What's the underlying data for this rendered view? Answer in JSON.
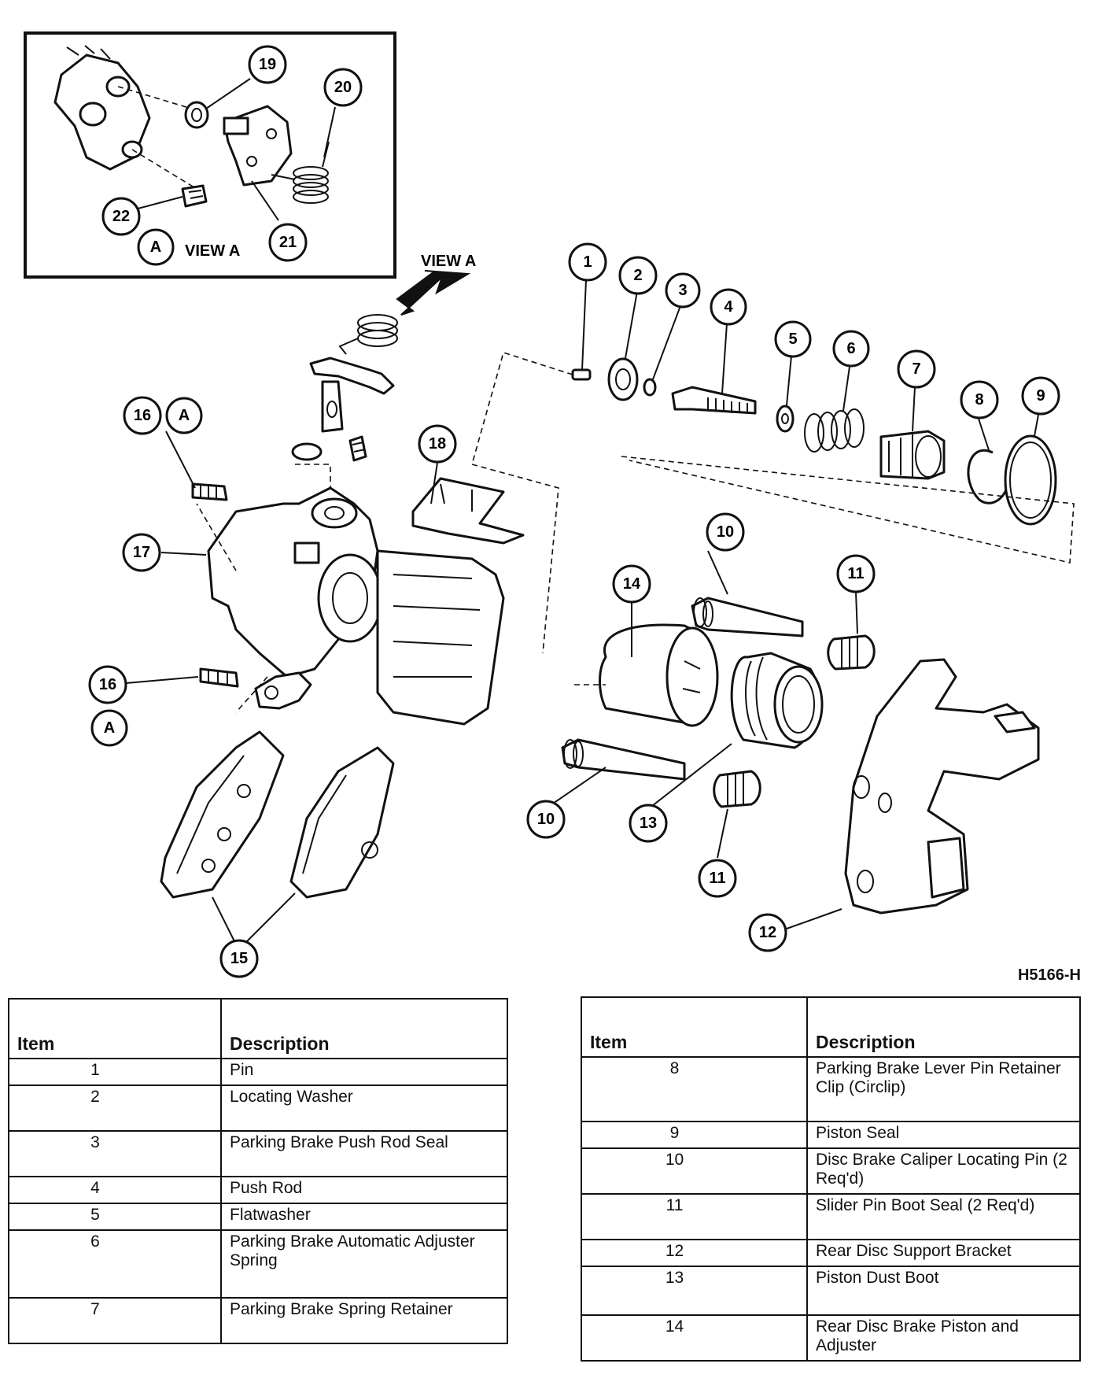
{
  "figure_code": "H5166-H",
  "view_a": {
    "box_label": "VIEW A",
    "arrow_label": "VIEW A",
    "marker": "A"
  },
  "callouts": {
    "c1": "1",
    "c2": "2",
    "c3": "3",
    "c4": "4",
    "c5": "5",
    "c6": "6",
    "c7": "7",
    "c8": "8",
    "c9": "9",
    "c10a": "10",
    "c10b": "10",
    "c11a": "11",
    "c11b": "11",
    "c12": "12",
    "c13": "13",
    "c14": "14",
    "c15": "15",
    "c16a": "16",
    "c16b": "16",
    "c17": "17",
    "c18": "18",
    "c19": "19",
    "c20": "20",
    "c21": "21",
    "c22": "22",
    "mA1": "A",
    "mA2": "A",
    "mA3": "A"
  },
  "legend_left": {
    "headers": [
      "Item",
      "Description"
    ],
    "rows": [
      [
        "1",
        "Pin"
      ],
      [
        "2",
        "Locating Washer"
      ],
      [
        "3",
        "Parking Brake Push Rod Seal"
      ],
      [
        "4",
        "Push Rod"
      ],
      [
        "5",
        "Flatwasher"
      ],
      [
        "6",
        "Parking Brake Automatic Adjuster Spring"
      ],
      [
        "7",
        "Parking Brake Spring Retainer"
      ]
    ]
  },
  "legend_right": {
    "headers": [
      "Item",
      "Description"
    ],
    "rows": [
      [
        "8",
        "Parking Brake Lever Pin Retainer Clip (Circlip)"
      ],
      [
        "9",
        "Piston Seal"
      ],
      [
        "10",
        "Disc Brake Caliper Locating Pin (2 Req'd)"
      ],
      [
        "11",
        "Slider Pin Boot Seal (2 Req'd)"
      ],
      [
        "12",
        "Rear Disc Support Bracket"
      ],
      [
        "13",
        "Piston Dust Boot"
      ],
      [
        "14",
        "Rear Disc Brake Piston and Adjuster"
      ]
    ]
  }
}
